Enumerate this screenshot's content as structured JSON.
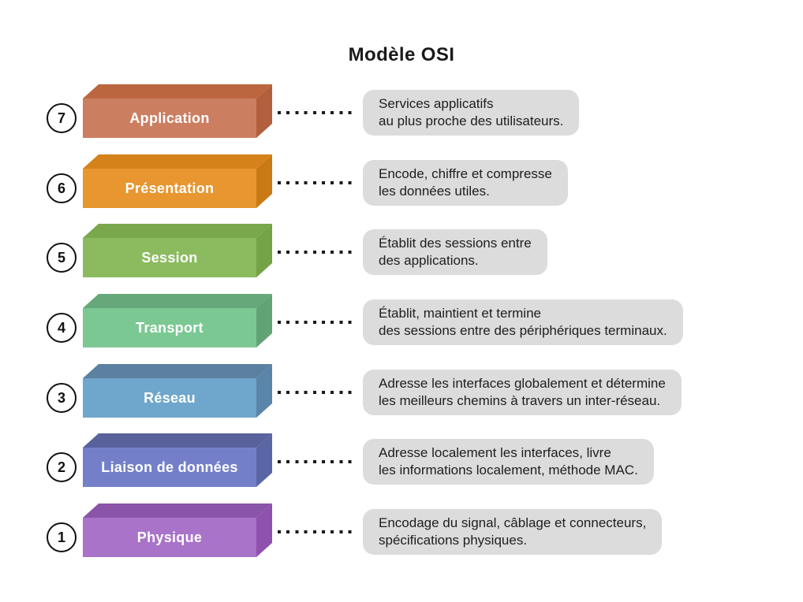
{
  "title": "Modèle OSI",
  "style": {
    "desc_bg": "#dcdcdc",
    "text_color": "#1e1e1e",
    "dot_color": "#1a1a1a",
    "circle_border": "#111111"
  },
  "layers": [
    {
      "number": "7",
      "name": "Application",
      "description": "Services applicatifs\nau plus proche des utilisateurs.",
      "colors": {
        "front": "#cc7e61",
        "top": "#bc6640",
        "side": "#b25f3e"
      }
    },
    {
      "number": "6",
      "name": "Présentation",
      "description": "Encode, chiffre et compresse\nles données utiles.",
      "colors": {
        "front": "#e8962f",
        "top": "#d5821b",
        "side": "#ca7a14"
      }
    },
    {
      "number": "5",
      "name": "Session",
      "description": "Établit des sessions entre\ndes applications.",
      "colors": {
        "front": "#8cbb5f",
        "top": "#7aa74c",
        "side": "#74a246"
      }
    },
    {
      "number": "4",
      "name": "Transport",
      "description": "Établit, maintient et termine\ndes sessions entre des périphériques terminaux.",
      "colors": {
        "front": "#7bc893",
        "top": "#67a87b",
        "side": "#62a375"
      }
    },
    {
      "number": "3",
      "name": "Réseau",
      "description": "Adresse les interfaces globalement et détermine\nles meilleurs chemins à travers un inter-réseau.",
      "colors": {
        "front": "#6fa6cb",
        "top": "#5c80a1",
        "side": "#5b84a9"
      }
    },
    {
      "number": "2",
      "name": "Liaison de données",
      "description": "Adresse localement les interfaces, livre\nles informations localement, méthode MAC.",
      "colors": {
        "front": "#7380c9",
        "top": "#59629b",
        "side": "#5a66a4"
      }
    },
    {
      "number": "1",
      "name": "Physique",
      "description": "Encodage du signal, câblage et connecteurs,\nspécifications physiques.",
      "colors": {
        "front": "#a873c9",
        "top": "#8a54a8",
        "side": "#8e52ae"
      }
    }
  ]
}
